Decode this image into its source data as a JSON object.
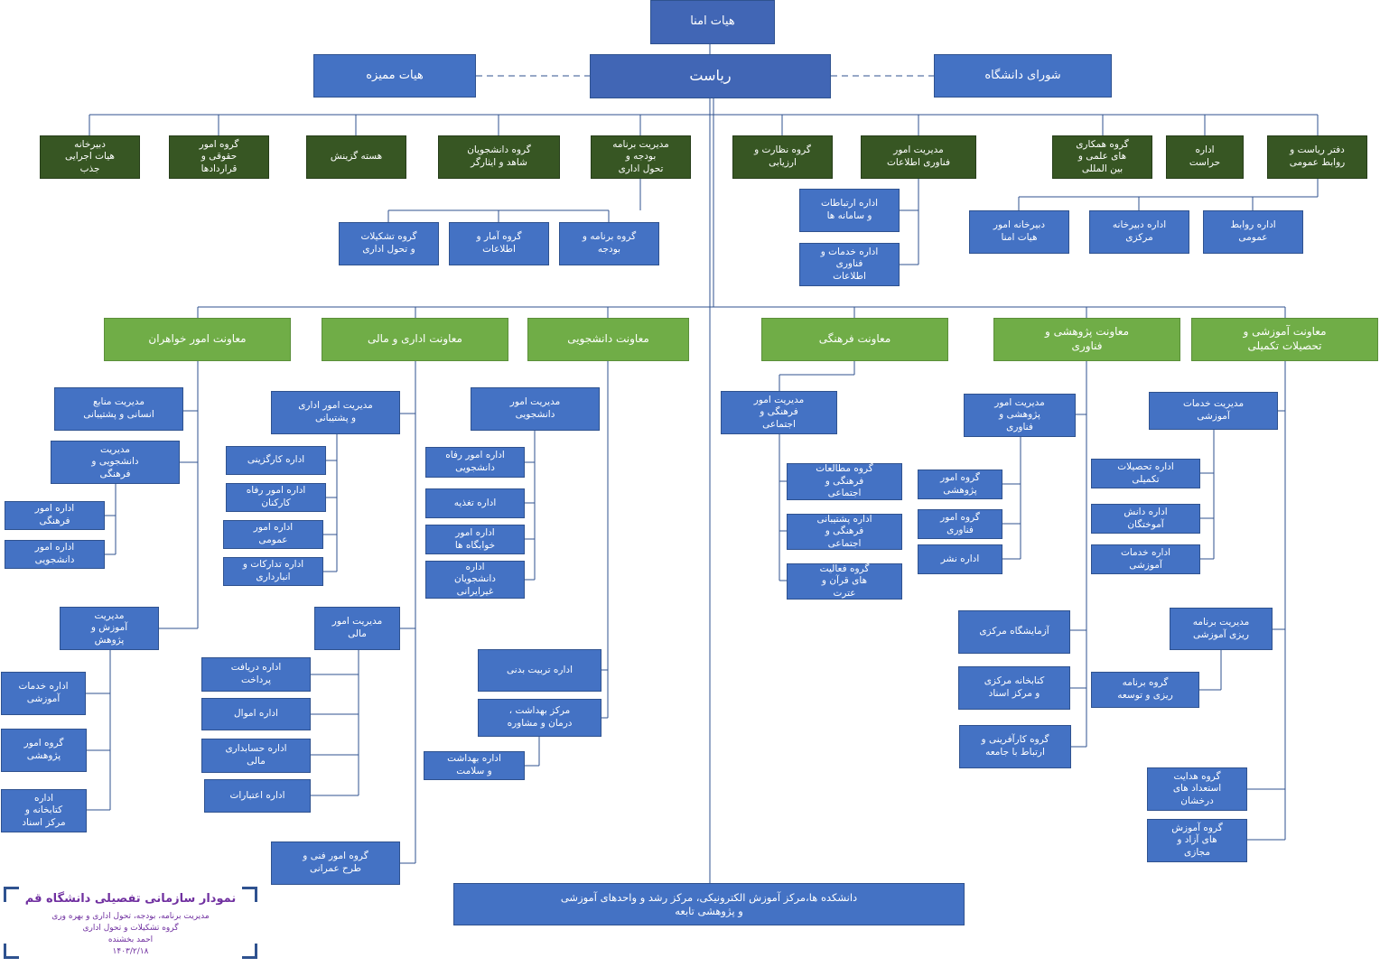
{
  "top": {
    "trustees": "هیات امنا",
    "presidency": "ریاست",
    "auditors": "هیات ممیزه",
    "council": "شورای دانشگاه"
  },
  "presidency_units": [
    "دبیرخانه\nهیات اجرایی\nجذب",
    "گروه امور\nحقوقی و\nقراردادها",
    "هسته گزینش",
    "گروه دانشجویان\nشاهد و ایثارگر",
    "مدیریت برنامه\nبودجه و\nتحول اداری",
    "گروه نظارت و\nارزیابی",
    "مدیریت امور\nفناوری اطلاعات",
    "گروه همکاری\nهای علمی و\nبین المللی",
    "اداره\nحراست",
    "دفتر ریاست و\nروابط  عمومی"
  ],
  "budget_units": [
    "گروه تشکیلات\nو تحول اداری",
    "گروه آمار و\nاطلاعات",
    "گروه برنامه و\nبودجه"
  ],
  "it_units": [
    "اداره ارتباطات\nو سامانه ها",
    "اداره خدمات و\nفناوری\nاطلاعات"
  ],
  "office_units": [
    "دبیرخانه امور\nهیات امنا",
    "اداره دبیرخانه\nمرکزی",
    "اداره روابط\nعمومی"
  ],
  "vp": {
    "sisters": "معاونت امور خواهران",
    "admin": "معاونت اداری و مالی",
    "student": "معاونت دانشجویی",
    "culture": "معاونت فرهنگی",
    "research": "معاونت پژوهشی و\nفناوری",
    "education": "معاونت آموزشی و\nتحصیلات تکمیلی"
  },
  "sisters_units": {
    "resources": "مدیریت منابع\nانسانی و پشتیبانی",
    "student_culture": "مدیریت\nدانشجویی و\nفرهنگی",
    "culture_office": "اداره امور\nفرهنگی",
    "student_office": "اداره امور\nدانشجویی",
    "edu_research": "مدیریت\nآموزش و\nپژوهش",
    "edu_services": "اداره خدمات\nآموزشی",
    "research_group": "گروه امور\nپژوهشی",
    "library": "اداره\nکتابخانه و\nمرکز اسناد"
  },
  "admin_units": {
    "admin_mgmt": "مدیریت امور اداری\nو پشتیبانی",
    "hr": "اداره کارگزینی",
    "welfare": "اداره امور رفاه\nکارکنان",
    "general": "اداره امور\nعمومی",
    "procurement": "اداره تدارکات و\nانبارداری",
    "finance_mgmt": "مدیریت امور\nمالی",
    "receipts": "اداره دریافت\nپرداخت",
    "assets": "اداره اموال",
    "accounting": "اداره حسابداری\nمالی",
    "credits": "اداره اعتبارات",
    "construction": "گروه امور فنی و\nطرح عمرانی"
  },
  "student_units": {
    "student_mgmt": "مدیریت امور\nدانشجویی",
    "welfare": "اداره امور رفاه\nدانشجویی",
    "nutrition": "اداره تغذیه",
    "dorms": "اداره امور\nخوابگاه ها",
    "non_iranian": "اداره\nدانشجویان\nغیرایرانی",
    "pe": "اداره تربیت بدنی",
    "health_center": "مرکز بهداشت ،\nدرمان و مشاوره",
    "health_office": "اداره بهداشت\nو سلامت"
  },
  "culture_units": {
    "culture_mgmt": "مدیریت امور\nفرهنگی و\nاجتماعی",
    "studies": "گروه مطالعات\nفرهنگی و\nاجتماعی",
    "support": "اداره پشتیبانی\nفرهنگی و\nاجتماعی",
    "quran": "گروه فعالیت\nهای قرآن و\nعترت"
  },
  "research_units": {
    "research_mgmt": "مدیریت امور\nپژوهشی و\nفناوری",
    "research_group": "گروه امور\nپژوهشی",
    "tech_group": "گروه امور\nفناوری",
    "publishing": "اداره نشر",
    "lab": "آزمایشگاه مرکزی",
    "library": "کتابخانه مرکزی\nو مرکز اسناد",
    "entrepreneurship": "گروه کارآفرینی و\nارتباط با جامعه"
  },
  "education_units": {
    "edu_services": "مدیریت  خدمات\nآموزشی",
    "graduate": "اداره تحصیلات\nتکمیلی",
    "alumni": "اداره دانش\nآموختگان",
    "services_office": "اداره خدمات\nآموزشی",
    "planning": "مدیریت برنامه\nریزی آموزشی",
    "dev_group": "گروه برنامه\nریزی و توسعه",
    "talent": "گروه هدایت\nاستعداد های\nدرخشان",
    "free_edu": "گروه آموزش\nهای آزاد و\nمجازی"
  },
  "faculties": "دانشکده ها،مرکز آموزش الکترونیکی، مرکز رشد و واحدهای آموزشی\nو پژوهشی تابعه",
  "caption": {
    "title": "نمودار سازمانی تفصیلی دانشگاه قم",
    "line1": "مدیریت برنامه، بودجه، تحول اداری و بهره وری",
    "line2": "گروه تشکیلات و تحول اداری",
    "line3": "احمد بخشنده",
    "line4": "۱۴۰۳/۲/۱۸"
  },
  "colors": {
    "box_blue": "#4472c4",
    "box_dark_green": "#375623",
    "box_light_green": "#70ad47",
    "connector": "#2f528f",
    "caption_text": "#7030a0"
  }
}
